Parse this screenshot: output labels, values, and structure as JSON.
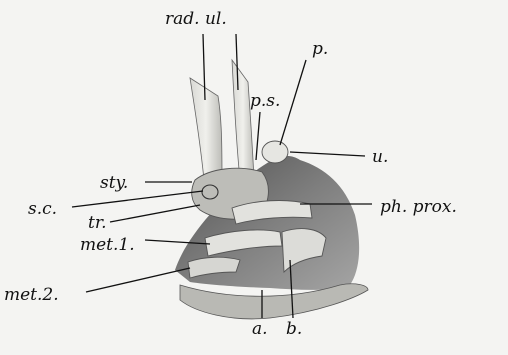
{
  "figure": {
    "labels": {
      "rad_ul": "rad. ul.",
      "p": "p.",
      "ps": "p.s.",
      "u": "u.",
      "sty": "sty.",
      "sc": "s.c.",
      "tr": "tr.",
      "met1": "met.1.",
      "met2": "met.2.",
      "ph_prox": "ph. prox.",
      "a": "a.",
      "b": "b."
    },
    "ink_color": "#111111",
    "background_color": "#f4f4f2"
  }
}
